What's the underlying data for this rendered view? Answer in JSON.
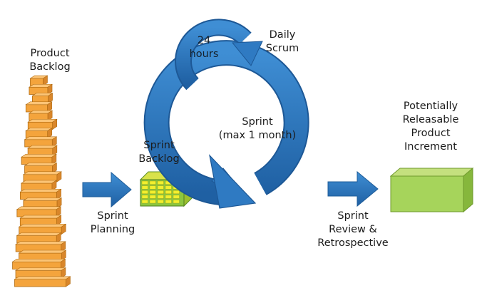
{
  "diagram": {
    "product_backlog": {
      "line1": "Product",
      "line2": "Backlog"
    },
    "sprint_planning": {
      "line1": "Sprint",
      "line2": "Planning"
    },
    "sprint_backlog": {
      "line1": "Sprint",
      "line2": "Backlog"
    },
    "cycle_24h": {
      "line1": "24",
      "line2": "hours"
    },
    "daily_scrum": {
      "line1": "Daily",
      "line2": "Scrum"
    },
    "sprint": {
      "line1": "Sprint",
      "line2": "(max 1 month)"
    },
    "review": {
      "line1": "Sprint",
      "line2": "Review &",
      "line3": "Retrospective"
    },
    "increment": {
      "line1": "Potentially",
      "line2": "Releasable",
      "line3": "Product",
      "line4": "Increment"
    }
  },
  "colors": {
    "blue_arrow": "#2f7ac2",
    "blue_dark": "#1f5d99",
    "backlog_orange": "#f4a43c",
    "sprint_backlog_yellow": "#f2ef2e",
    "sprint_backlog_green": "#8cc63f",
    "increment_green": "#a6d45b"
  }
}
